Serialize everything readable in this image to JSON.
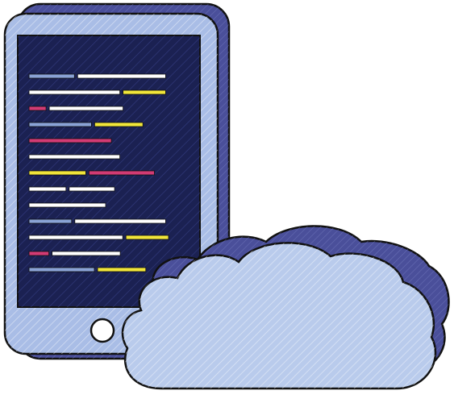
{
  "illustration": {
    "subject": "tablet-with-code-and-cloud",
    "style": "hatched-doodle"
  },
  "colors": {
    "outline": "#111111",
    "tablet_back": "#4a4f9a",
    "tablet_frame": "#a9bde6",
    "screen": "#1b2152",
    "cloud_front": "#b9cbec",
    "cloud_back": "#4a4f9a",
    "hatch_light": "#ffffff",
    "code_white": "#ffffff",
    "code_blue": "#8aa3d6",
    "code_yellow": "#f1e63a",
    "code_pink": "#d23b74"
  },
  "icons": [
    "home-button-icon",
    "cloud-icon",
    "code-lines-icon"
  ],
  "code_lines": [
    [
      {
        "c": "code_blue",
        "w": 0.32
      },
      {
        "c": "code_white",
        "w": 0.62
      }
    ],
    [
      {
        "c": "code_white",
        "w": 0.64
      },
      {
        "c": "code_yellow",
        "w": 0.3
      }
    ],
    [
      {
        "c": "code_pink",
        "w": 0.12
      },
      {
        "c": "code_white",
        "w": 0.52
      }
    ],
    [
      {
        "c": "code_blue",
        "w": 0.44
      },
      {
        "c": "code_yellow",
        "w": 0.34
      }
    ],
    [
      {
        "c": "code_pink",
        "w": 0.58
      }
    ],
    [
      {
        "c": "code_white",
        "w": 0.64
      }
    ],
    [
      {
        "c": "code_yellow",
        "w": 0.4
      },
      {
        "c": "code_pink",
        "w": 0.46
      }
    ],
    [
      {
        "c": "code_white",
        "w": 0.26
      },
      {
        "c": "code_white",
        "w": 0.32
      }
    ],
    [
      {
        "c": "code_white",
        "w": 0.54
      }
    ],
    [
      {
        "c": "code_blue",
        "w": 0.3
      },
      {
        "c": "code_white",
        "w": 0.64
      }
    ],
    [
      {
        "c": "code_white",
        "w": 0.66
      },
      {
        "c": "code_yellow",
        "w": 0.3
      }
    ],
    [
      {
        "c": "code_pink",
        "w": 0.14
      },
      {
        "c": "code_white",
        "w": 0.48
      }
    ],
    [
      {
        "c": "code_blue",
        "w": 0.46
      },
      {
        "c": "code_yellow",
        "w": 0.34
      }
    ]
  ]
}
